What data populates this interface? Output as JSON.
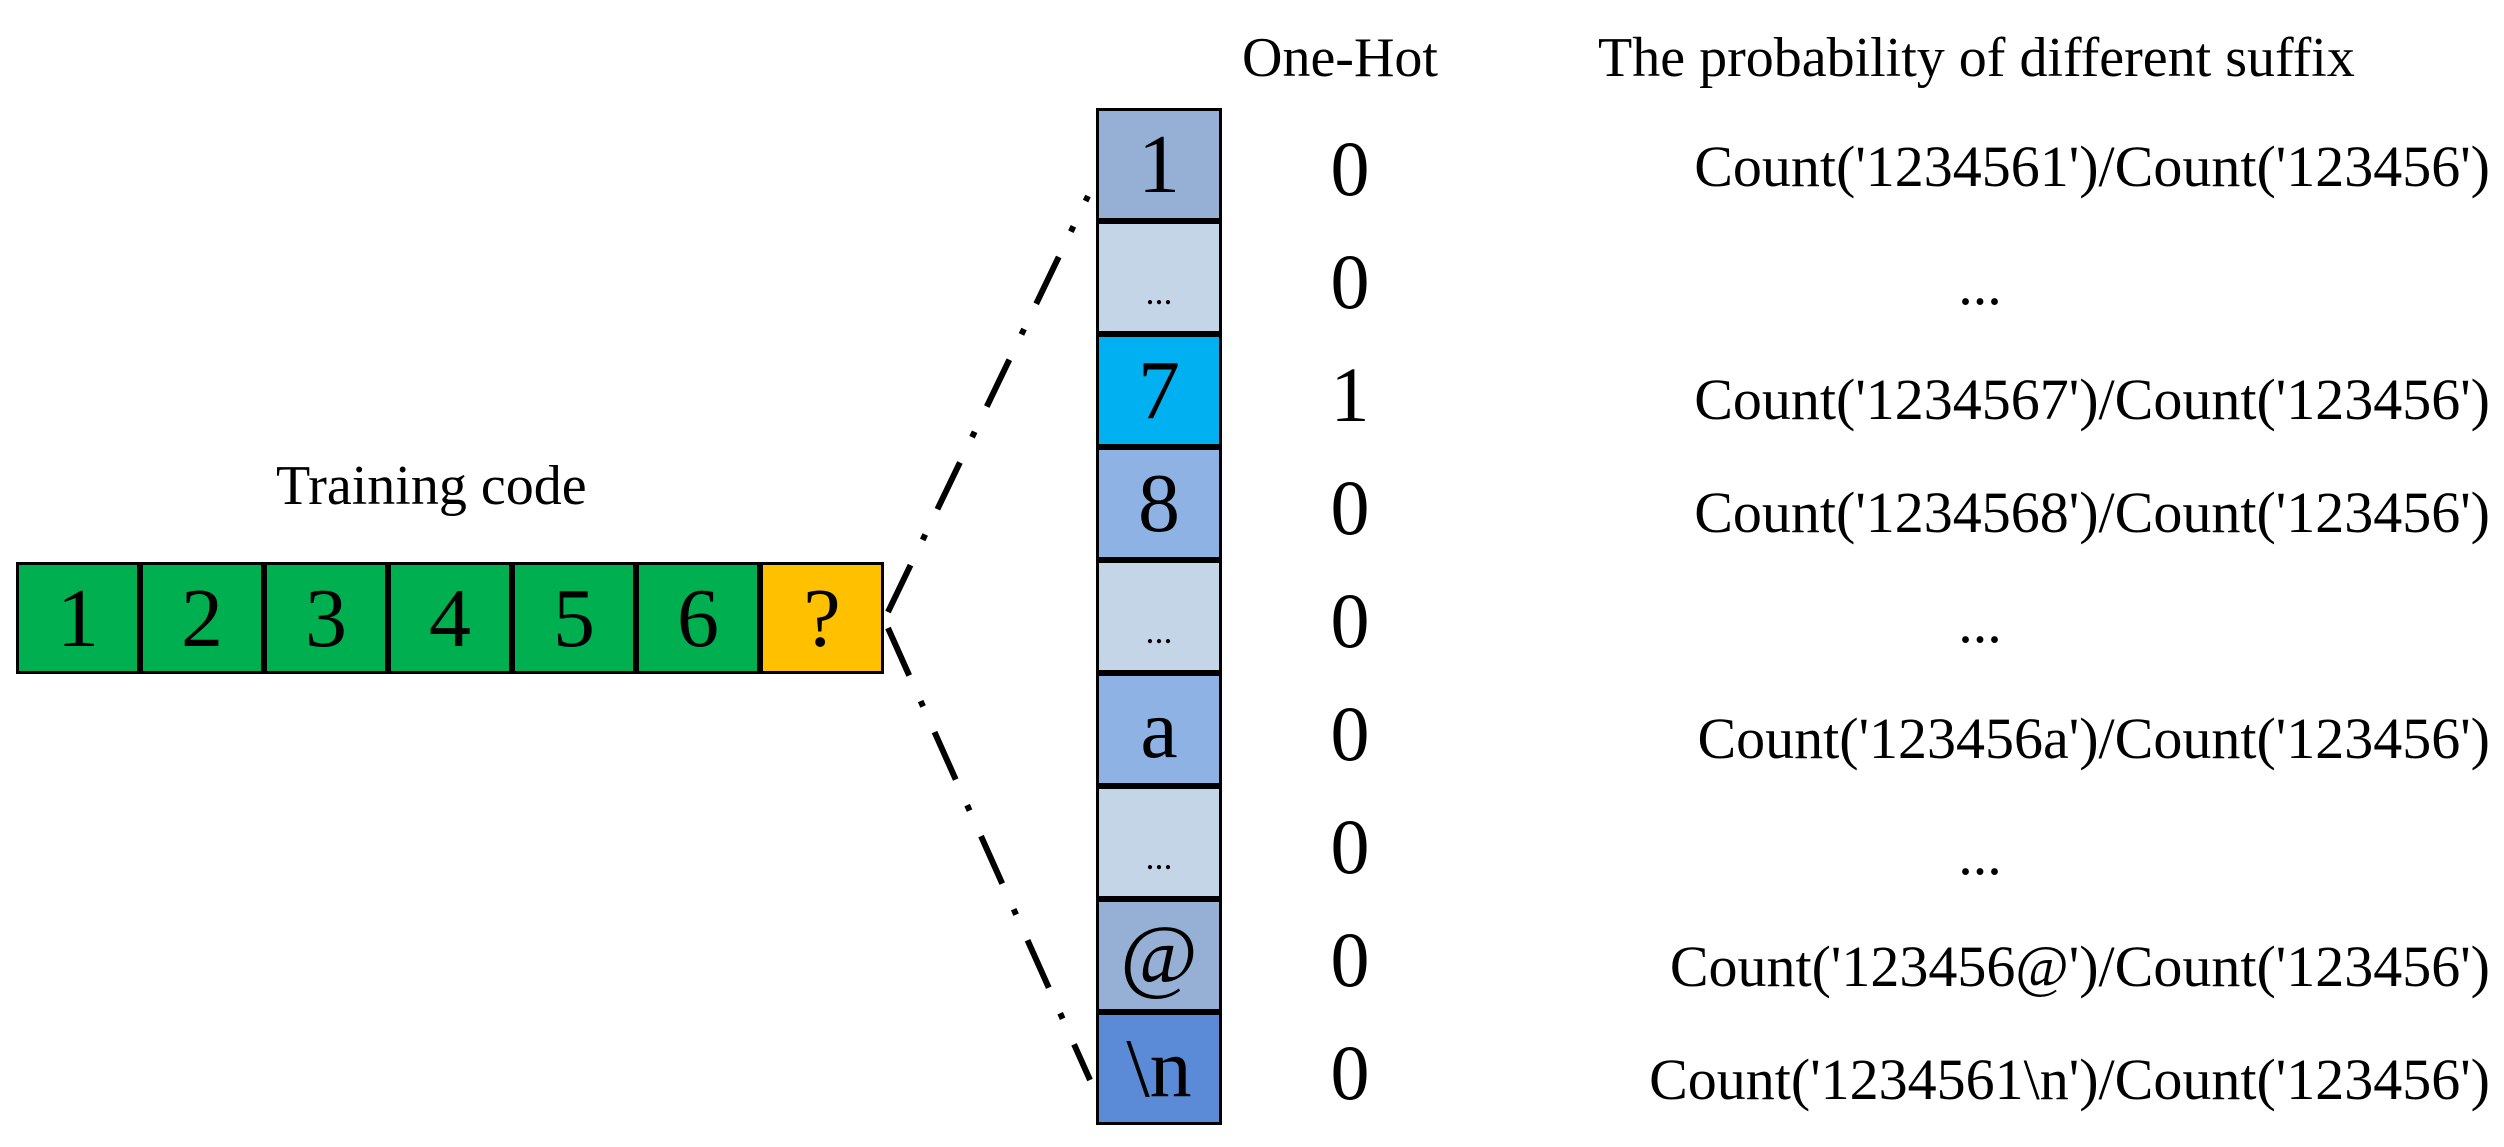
{
  "headers": {
    "one_hot": "One-Hot",
    "probability": "The probability of different suffix"
  },
  "training": {
    "label": "Training code",
    "cells": [
      {
        "text": "1",
        "color": "#00b050"
      },
      {
        "text": "2",
        "color": "#00b050"
      },
      {
        "text": "3",
        "color": "#00b050"
      },
      {
        "text": "4",
        "color": "#00b050"
      },
      {
        "text": "5",
        "color": "#00b050"
      },
      {
        "text": "6",
        "color": "#00b050"
      },
      {
        "text": "?",
        "color": "#ffc000"
      }
    ]
  },
  "rows": [
    {
      "symbol": "1",
      "color": "#95b0d4",
      "one_hot": "0",
      "prob": "Count('1234561')/Count('123456')"
    },
    {
      "symbol": "...",
      "color": "#c5d5e8",
      "one_hot": "0",
      "prob": "..."
    },
    {
      "symbol": "7",
      "color": "#00b0f0",
      "one_hot": "1",
      "prob": "Count('1234567')/Count('123456')"
    },
    {
      "symbol": "8",
      "color": "#8eb2e3",
      "one_hot": "0",
      "prob": "Count('1234568')/Count('123456')"
    },
    {
      "symbol": "...",
      "color": "#c5d5e8",
      "one_hot": "0",
      "prob": "..."
    },
    {
      "symbol": "a",
      "color": "#8eb2e3",
      "one_hot": "0",
      "prob": "Count('123456a')/Count('123456')"
    },
    {
      "symbol": "...",
      "color": "#c5d5e8",
      "one_hot": "0",
      "prob": "..."
    },
    {
      "symbol": "@",
      "color": "#95b0d4",
      "one_hot": "0",
      "prob": "Count('123456@')/Count('123456')"
    },
    {
      "symbol": "\\n",
      "color": "#5b8bd6",
      "one_hot": "0",
      "prob": "Count('1234561\\n')/Count('123456')"
    }
  ]
}
